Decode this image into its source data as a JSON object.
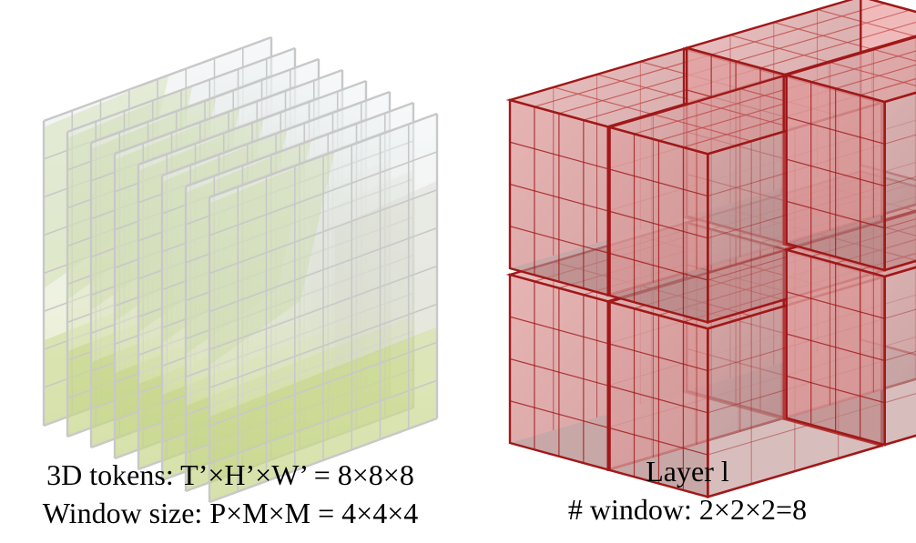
{
  "left_panel": {
    "frame_count": 8,
    "grid_size": 8,
    "caption_line1": "3D tokens: T’×H’×W’ = 8×8×8",
    "caption_line2": "Window size: P×M×M = 4×4×4"
  },
  "right_panel": {
    "windows_per_axis": 2,
    "window_grid": 4,
    "caption_line1": "Layer l",
    "caption_line2": "# window: 2×2×2=8"
  },
  "colors": {
    "frame_border": "#c8c8c8",
    "window_edge": "#a01818",
    "window_fill": "#e88a8a",
    "sky": "#e8eef3",
    "foliage": "#c6d69a",
    "building": "#d8d6cc"
  }
}
